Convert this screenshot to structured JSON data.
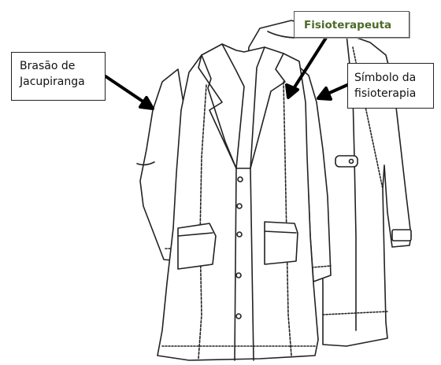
{
  "labels": {
    "brasao": {
      "line1": "Brasão de",
      "line2": "Jacupiranga"
    },
    "fisioterapeuta": {
      "text": "Fisioterapeuta",
      "color": "#4b6b2a"
    },
    "simbolo": {
      "line1": "Símbolo da",
      "line2": "fisioterapia"
    }
  },
  "colors": {
    "line": "#222222",
    "background": "#ffffff",
    "fill": "#ffffff"
  },
  "icons": [
    "lab-coat-front-drawing",
    "lab-coat-back-drawing",
    "arrow-pointer"
  ]
}
